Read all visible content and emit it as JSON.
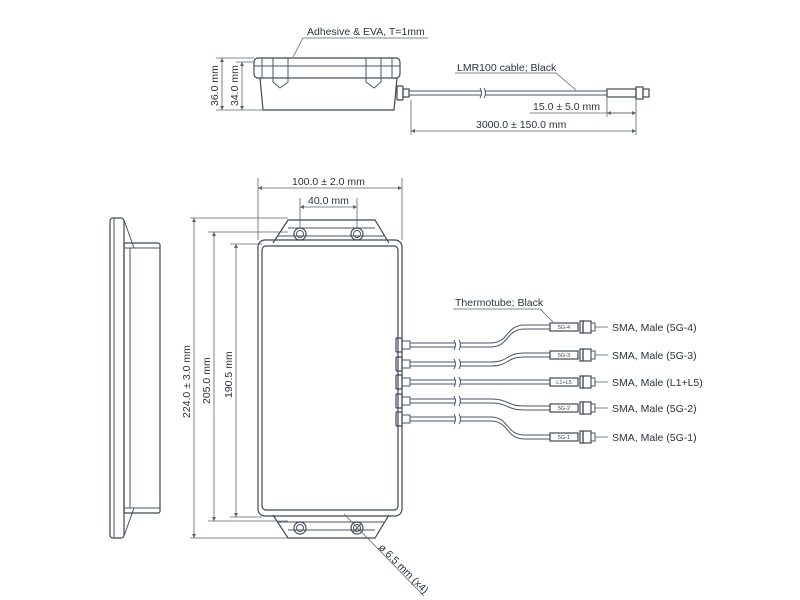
{
  "colors": {
    "line": "#4a5568",
    "text": "#2b3240",
    "background": "#ffffff"
  },
  "side_view": {
    "adhesive_label": "Adhesive & EVA, T=1mm",
    "height_outer": "36.0 mm",
    "height_inner": "34.0 mm",
    "cable_label": "LMR100 cable; Black",
    "connector_length": "15.0 ± 5.0 mm",
    "cable_length": "3000.0 ± 150.0 mm"
  },
  "front_view": {
    "width_total": "100.0 ± 2.0 mm",
    "hole_spacing": "40.0 mm",
    "height_total": "224.0 ± 3.0 mm",
    "height_flange": "205.0 mm",
    "height_body": "190.5 mm",
    "hole_diameter": "ø 6.5 mm (x4)",
    "thermotube_label": "Thermotube; Black"
  },
  "connectors": [
    {
      "tag": "5G-4",
      "label": "SMA, Male (5G-4)"
    },
    {
      "tag": "5G-3",
      "label": "SMA, Male (5G-3)"
    },
    {
      "tag": "L1+L5",
      "label": "SMA, Male (L1+L5)"
    },
    {
      "tag": "5G-2",
      "label": "SMA, Male (5G-2)"
    },
    {
      "tag": "5G-1",
      "label": "SMA, Male (5G-1)"
    }
  ]
}
